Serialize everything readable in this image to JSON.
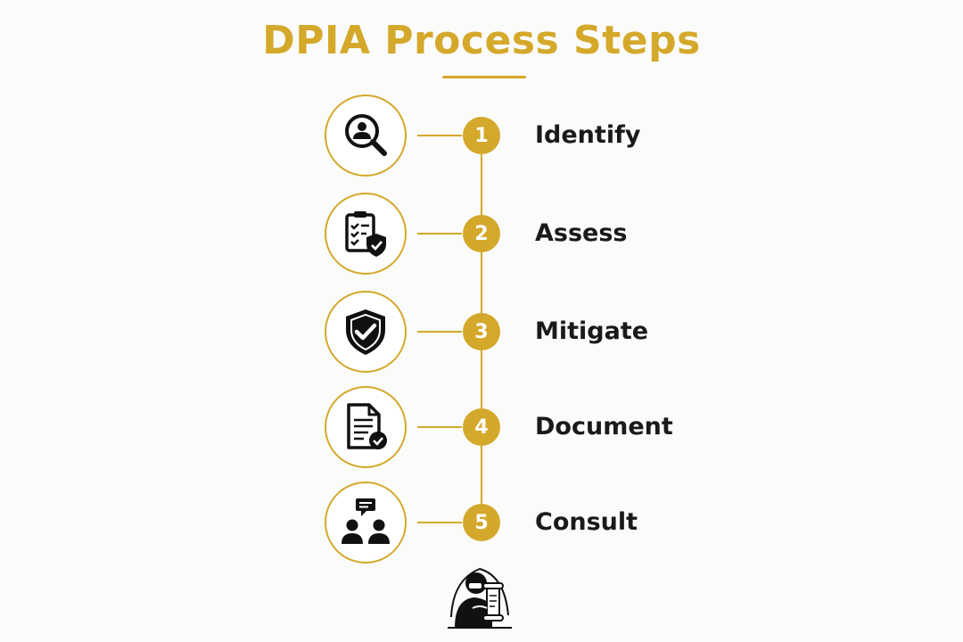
{
  "title": "DPIA Process Steps",
  "colors": {
    "accent": "#d4a82a",
    "icon": "#111111",
    "text": "#1a1a1a",
    "background": "#fbfbfa"
  },
  "steps": [
    {
      "number": "1",
      "label": "Identify",
      "icon": "search-person-icon"
    },
    {
      "number": "2",
      "label": "Assess",
      "icon": "clipboard-shield-icon"
    },
    {
      "number": "3",
      "label": "Mitigate",
      "icon": "shield-check-icon"
    },
    {
      "number": "4",
      "label": "Document",
      "icon": "document-check-icon"
    },
    {
      "number": "5",
      "label": "Consult",
      "icon": "people-chat-icon"
    }
  ],
  "footer": {
    "icon": "person-with-scroll-icon"
  }
}
